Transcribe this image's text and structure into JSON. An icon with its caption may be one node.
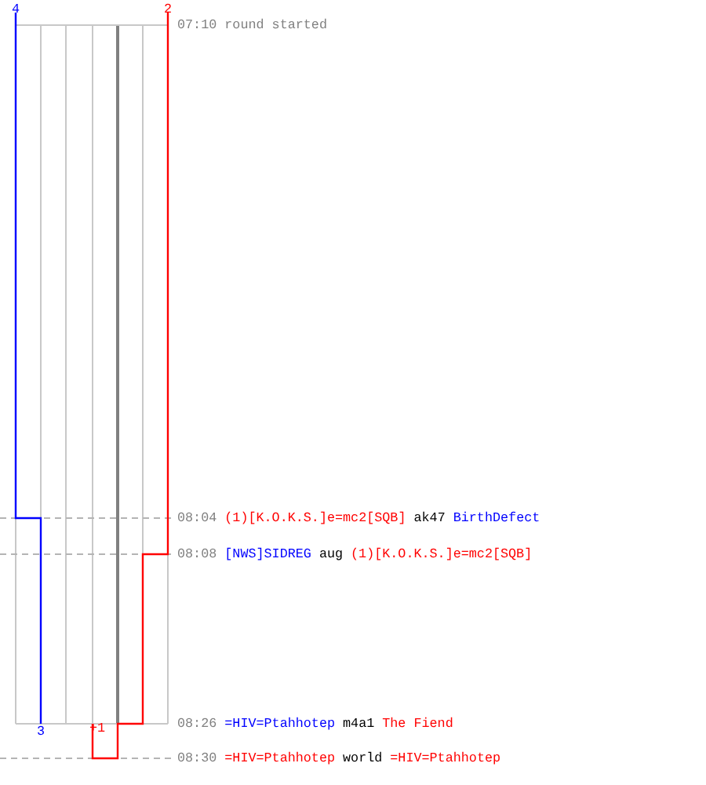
{
  "diagram": {
    "labels": [
      "4",
      "2",
      "07:10",
      "round started",
      "08:04",
      "(1)[K.O.K.S.]e=mc2[SQB]",
      "ak47",
      "BirthDefect",
      "08:08",
      "[NWS]SIDREG",
      "aug",
      "(1)[K.O.K.S.]e=mc2[SQB]",
      "08:26",
      "=HIV=Ptahhotep",
      "m4a1",
      "The Fiend",
      "3",
      "+1",
      "08:30",
      "=HIV=Ptahhotep",
      "world",
      "=HIV=Ptahhotep"
    ]
  }
}
